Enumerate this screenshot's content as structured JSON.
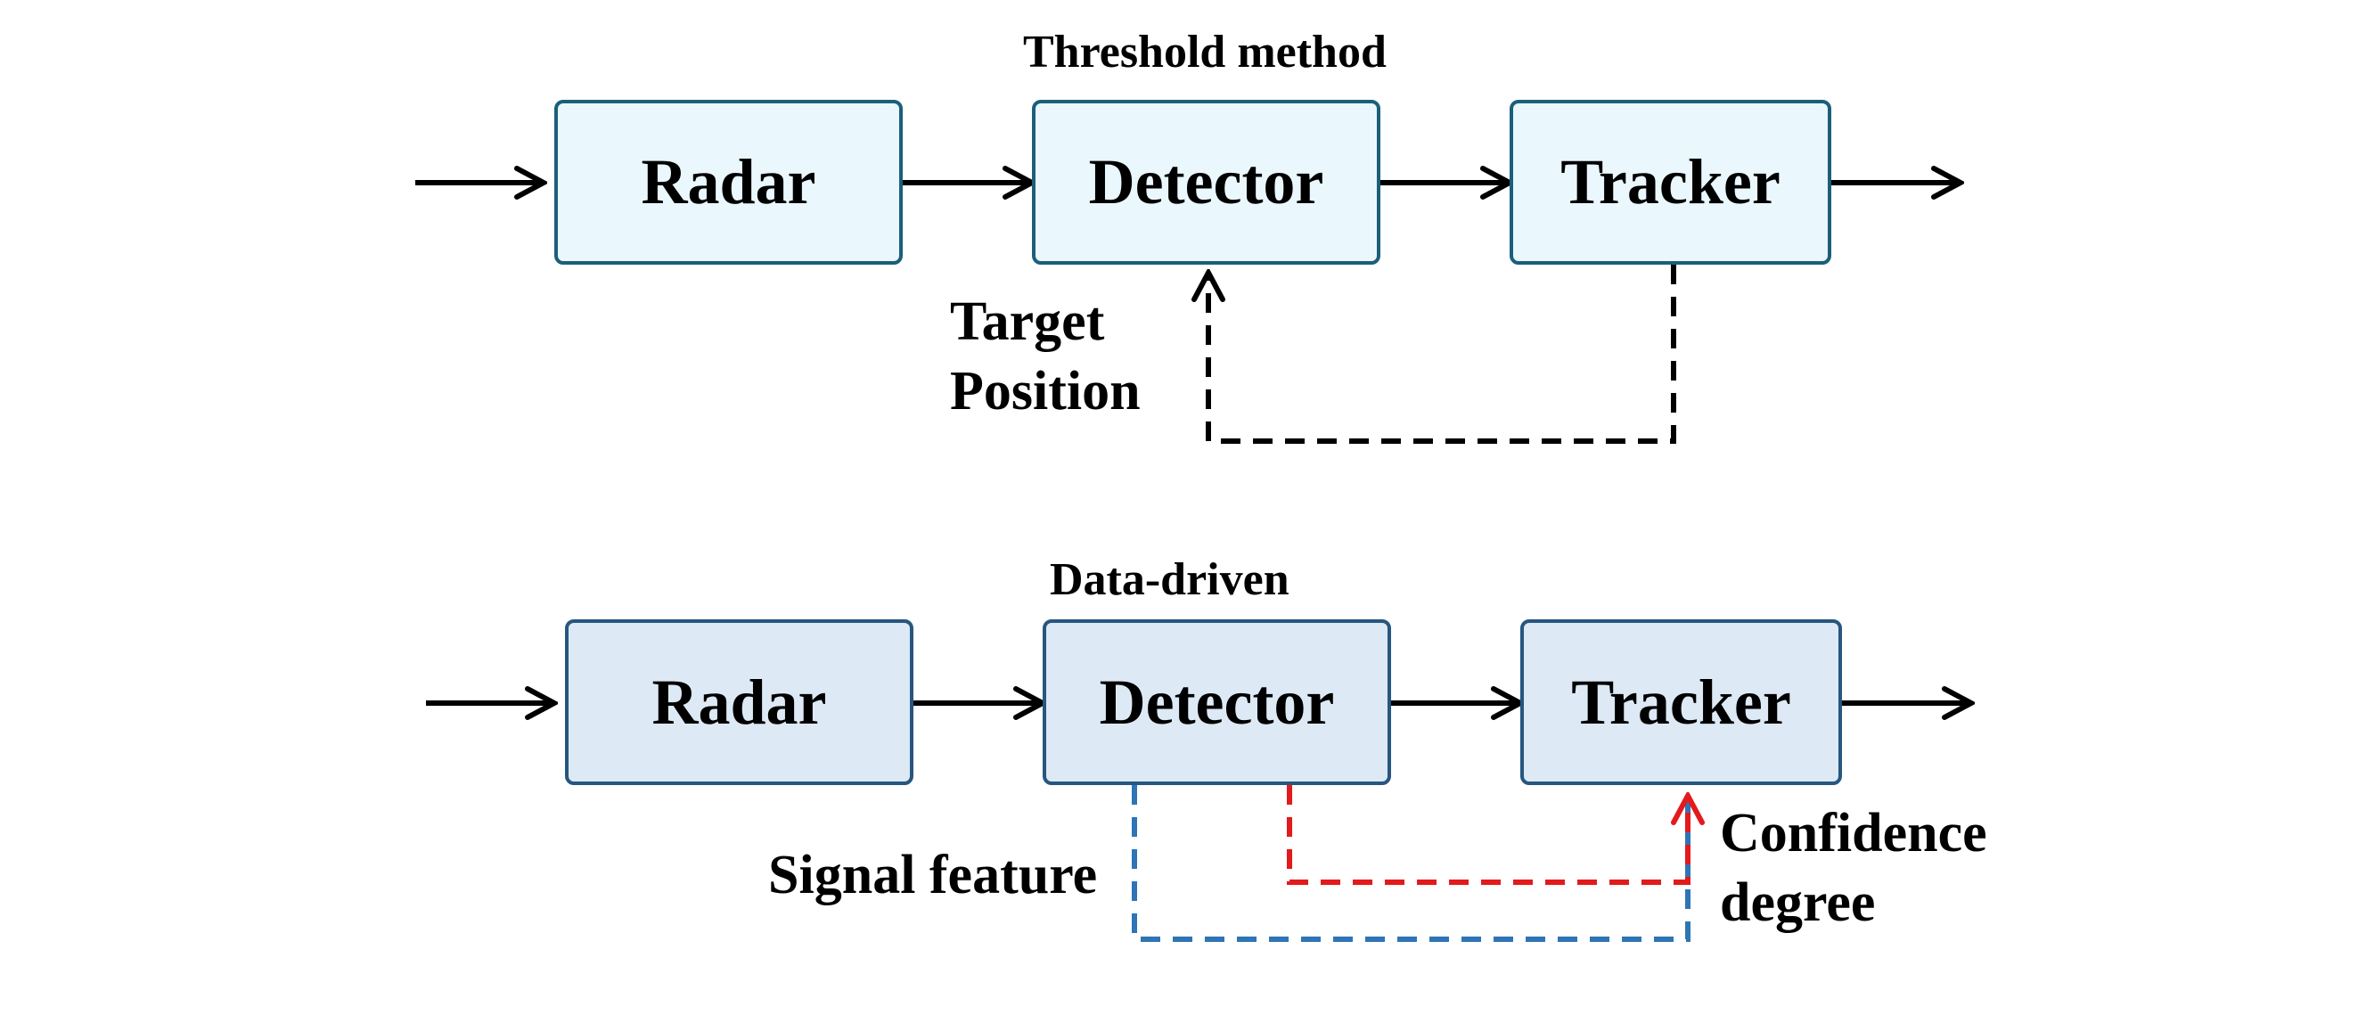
{
  "top": {
    "title": "Threshold method",
    "blocks": {
      "radar": "Radar",
      "detector": "Detector",
      "tracker": "Tracker"
    },
    "feedback": {
      "line1": "Target",
      "line2": "Position"
    }
  },
  "bottom": {
    "title": "Data-driven",
    "blocks": {
      "radar": "Radar",
      "detector": "Detector",
      "tracker": "Tracker"
    },
    "signal_label": "Signal feature",
    "confidence": {
      "line1": "Confidence",
      "line2": "degree"
    }
  },
  "colors": {
    "block_top_fill": "#eaf7fd",
    "block_bottom_fill": "#dde9f5",
    "block_border": "#1b5f7a",
    "signal_line": "#2e75b6",
    "confidence_line": "#e31a1c",
    "feedback_line": "#000000"
  }
}
